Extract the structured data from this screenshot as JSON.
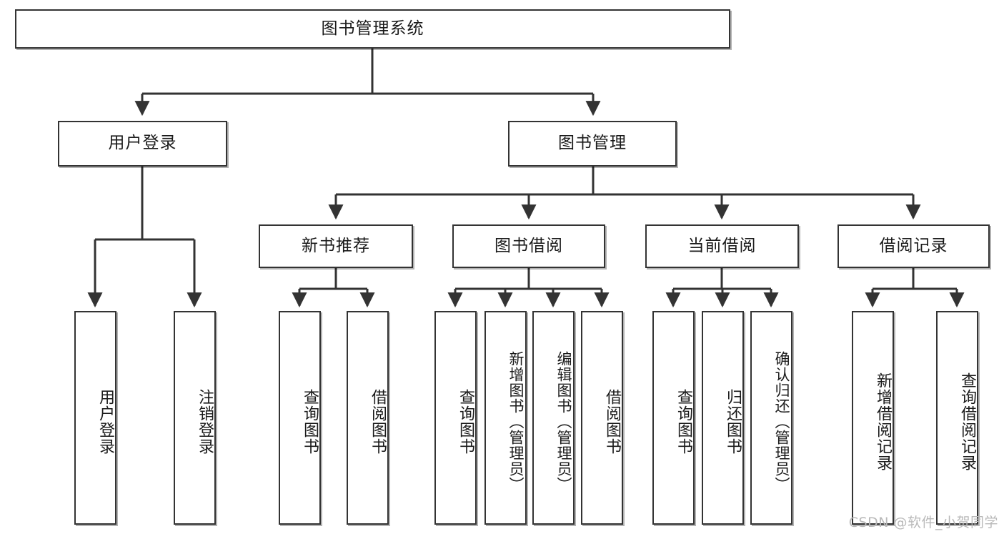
{
  "diagram": {
    "type": "tree",
    "title": "图书管理系统",
    "watermark": "CSDN @软件_小贺同学",
    "accent_color": "#333333",
    "background_color": "#ffffff",
    "nodes": {
      "root": {
        "label": "图书管理系统",
        "level": 0
      },
      "l1_0": {
        "label": "用户登录",
        "level": 1
      },
      "l1_1": {
        "label": "图书管理",
        "level": 1
      },
      "l2_0": {
        "label": "新书推荐",
        "level": 2
      },
      "l2_1": {
        "label": "图书借阅",
        "level": 2
      },
      "l2_2": {
        "label": "当前借阅",
        "level": 2
      },
      "l2_3": {
        "label": "借阅记录",
        "level": 2
      },
      "leaf_0": {
        "label": "用户登录",
        "level": 3,
        "parent": "用户登录"
      },
      "leaf_1": {
        "label": "注销登录",
        "level": 3,
        "parent": "用户登录"
      },
      "leaf_2": {
        "label": "查询图书",
        "level": 3,
        "parent": "新书推荐"
      },
      "leaf_3": {
        "label": "借阅图书",
        "level": 3,
        "parent": "新书推荐"
      },
      "leaf_4": {
        "label": "查询图书",
        "level": 3,
        "parent": "图书借阅"
      },
      "leaf_5": {
        "label": "新增图书（管理员）",
        "level": 3,
        "parent": "图书借阅"
      },
      "leaf_6": {
        "label": "编辑图书（管理员）",
        "level": 3,
        "parent": "图书借阅"
      },
      "leaf_7": {
        "label": "借阅图书",
        "level": 3,
        "parent": "图书借阅"
      },
      "leaf_8": {
        "label": "查询图书",
        "level": 3,
        "parent": "当前借阅"
      },
      "leaf_9": {
        "label": "归还图书",
        "level": 3,
        "parent": "当前借阅"
      },
      "leaf_10": {
        "label": "确认归还（管理员）",
        "level": 3,
        "parent": "当前借阅"
      },
      "leaf_11": {
        "label": "新增借阅记录",
        "level": 3,
        "parent": "借阅记录"
      },
      "leaf_12": {
        "label": "查询借阅记录",
        "level": 3,
        "parent": "借阅记录"
      }
    }
  }
}
